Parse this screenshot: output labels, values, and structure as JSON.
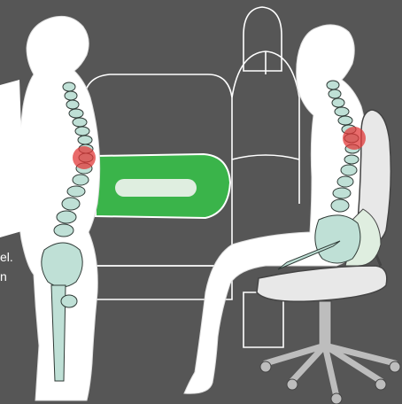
{
  "colors": {
    "background": "#565656",
    "silhouette": "#ffffff",
    "outline": "#ffffff",
    "spine": "#bfe0d6",
    "spine_outline": "#2f3a36",
    "pain_marker": "#e23a3a",
    "lumbar_pad": "#3ab44a",
    "lumbar_pad_highlight": "#dfeee0",
    "chair_shell": "#e8e8e8",
    "chair_base": "#bdbdbd"
  },
  "icons": {
    "standing_figure": "standing-spine-figure",
    "seated_figure": "seated-spine-figure",
    "lumbar_support": "lumbar-cushion",
    "chair": "office-chair"
  },
  "cropped_text": {
    "line1": "el.",
    "line2": "n"
  }
}
